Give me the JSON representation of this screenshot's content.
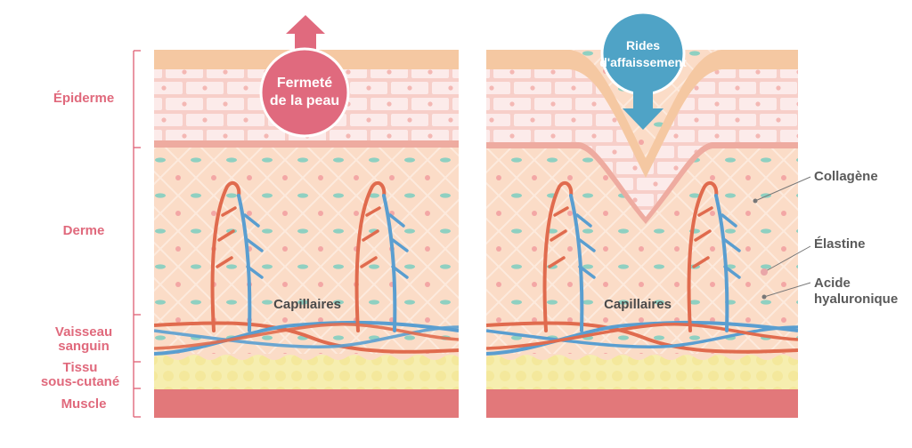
{
  "layers": {
    "epidermis": "Épiderme",
    "dermis": "Derme",
    "blood_vessel": "Vaisseau\nsanguin",
    "subcutaneous": "Tissu\nsous-cutané",
    "muscle": "Muscle"
  },
  "left_panel": {
    "arrow_label_line1": "Fermeté",
    "arrow_label_line2": "de la peau",
    "capillaries": "Capillaires"
  },
  "right_panel": {
    "arrow_label_line1": "Rides",
    "arrow_label_line2": "d'affaissement",
    "capillaries": "Capillaires"
  },
  "legend": {
    "collagen": "Collagène",
    "elastin": "Élastine",
    "hyaluronic_line1": "Acide",
    "hyaluronic_line2": "hyaluronique"
  },
  "colors": {
    "label_pink": "#e0697c",
    "up_arrow": "#e06a7e",
    "down_arrow": "#4fa3c6",
    "epidermis_top": "#f5c8a2",
    "dermis": "#fbdcc7",
    "subcutaneous": "#f6eeaf",
    "muscle": "#e2787a",
    "vein_blue": "#5a9ed0",
    "artery_red": "#e06b4e"
  }
}
